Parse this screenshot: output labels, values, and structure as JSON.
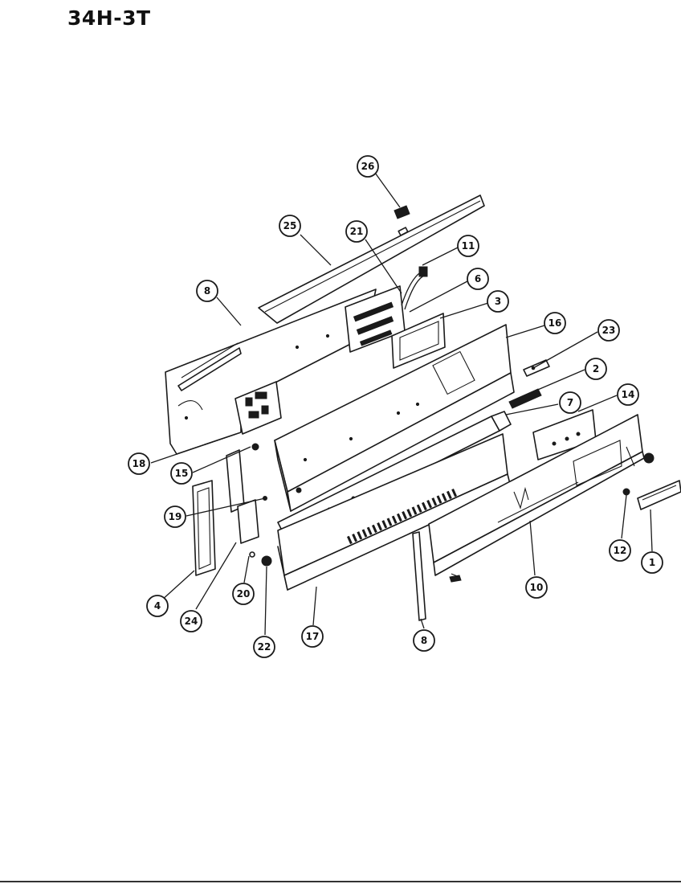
{
  "title": "34H-3T",
  "callouts": [
    {
      "id": "c26",
      "label": "26"
    },
    {
      "id": "c25",
      "label": "25"
    },
    {
      "id": "c21",
      "label": "21"
    },
    {
      "id": "c11",
      "label": "11"
    },
    {
      "id": "c6",
      "label": "6"
    },
    {
      "id": "c3",
      "label": "3"
    },
    {
      "id": "c8a",
      "label": "8"
    },
    {
      "id": "c16",
      "label": "16"
    },
    {
      "id": "c23",
      "label": "23"
    },
    {
      "id": "c2",
      "label": "2"
    },
    {
      "id": "c7",
      "label": "7"
    },
    {
      "id": "c14",
      "label": "14"
    },
    {
      "id": "c18",
      "label": "18"
    },
    {
      "id": "c15",
      "label": "15"
    },
    {
      "id": "c19",
      "label": "19"
    },
    {
      "id": "c4",
      "label": "4"
    },
    {
      "id": "c24",
      "label": "24"
    },
    {
      "id": "c20",
      "label": "20"
    },
    {
      "id": "c22",
      "label": "22"
    },
    {
      "id": "c17",
      "label": "17"
    },
    {
      "id": "c8b",
      "label": "8"
    },
    {
      "id": "c10",
      "label": "10"
    },
    {
      "id": "c12",
      "label": "12"
    },
    {
      "id": "c1",
      "label": "1"
    }
  ]
}
